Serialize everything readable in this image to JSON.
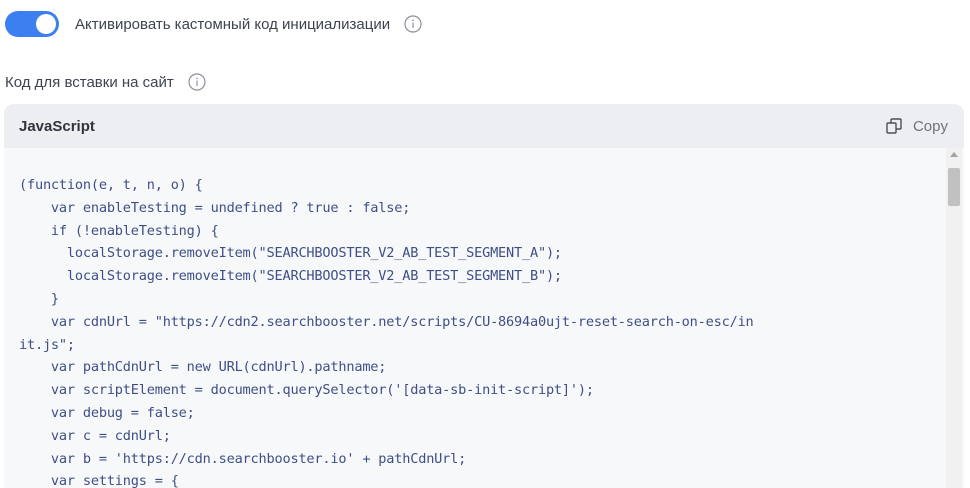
{
  "toggle": {
    "label": "Активировать кастомный код инициализации",
    "state": "on",
    "color": "#3b7ff0"
  },
  "snippet_section": {
    "label": "Код для вставки на сайт"
  },
  "code_block": {
    "language": "JavaScript",
    "copy_label": "Copy",
    "lines": [
      "(function(e, t, n, o) {",
      "    var enableTesting = undefined ? true : false;",
      "    if (!enableTesting) {",
      "      localStorage.removeItem(\"SEARCHBOOSTER_V2_AB_TEST_SEGMENT_A\");",
      "      localStorage.removeItem(\"SEARCHBOOSTER_V2_AB_TEST_SEGMENT_B\");",
      "    }",
      "    var cdnUrl = \"https://cdn2.searchbooster.net/scripts/CU-8694a0ujt-reset-search-on-esc/in",
      "it.js\";",
      "    var pathCdnUrl = new URL(cdnUrl).pathname;",
      "    var scriptElement = document.querySelector('[data-sb-init-script]');",
      "    var debug = false;",
      "    var c = cdnUrl;",
      "    var b = 'https://cdn.searchbooster.io' + pathCdnUrl;",
      "    var settings = {"
    ]
  },
  "icons": {
    "toggle_info": "info-icon",
    "section_info": "info-icon",
    "copy": "copy-icon"
  }
}
